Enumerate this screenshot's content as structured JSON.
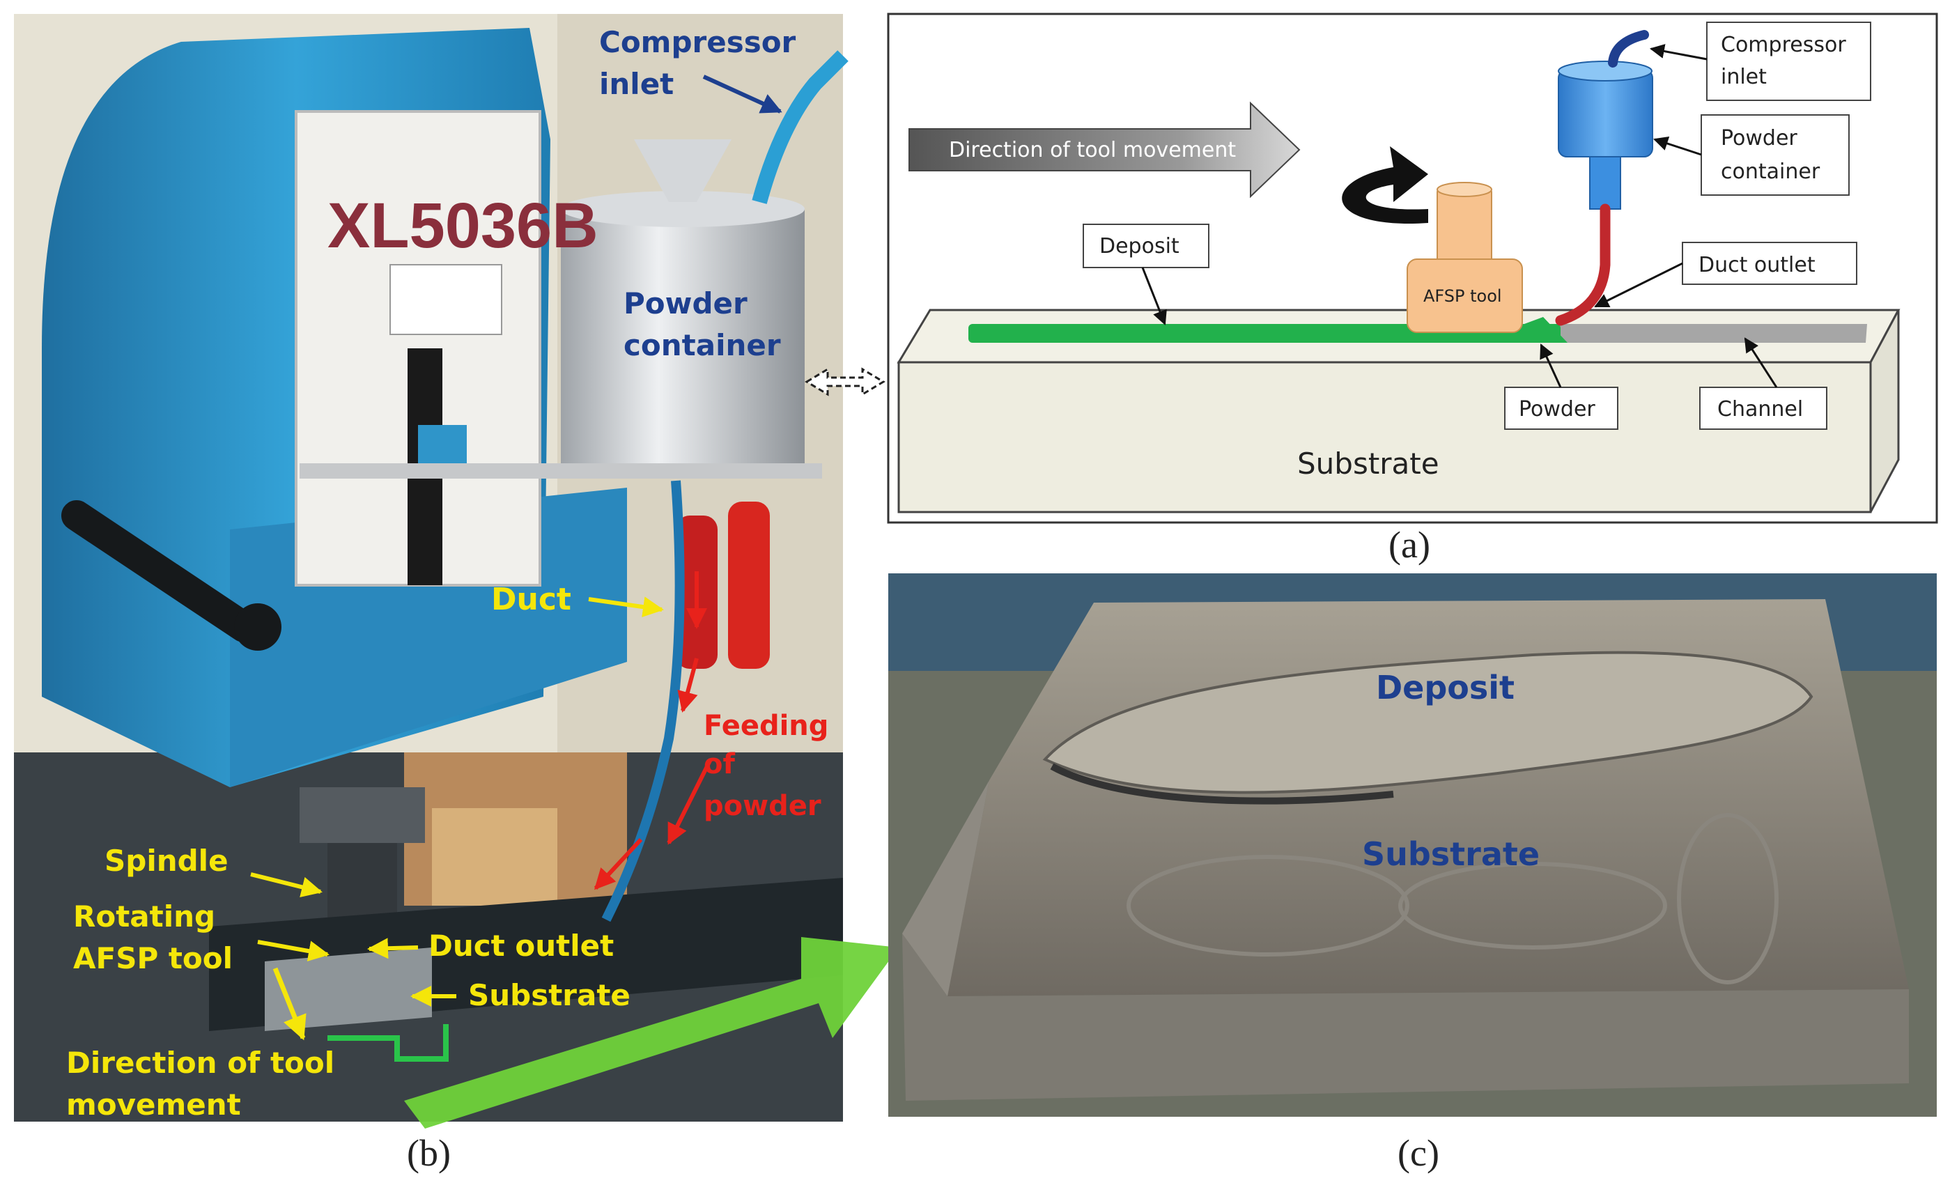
{
  "panel_a": {
    "caption": "(a)",
    "direction_arrow_text": "Direction of tool movement",
    "tool_text": "AFSP tool",
    "substrate_text": "Substrate",
    "callouts": {
      "compressor_inlet": [
        "Compressor",
        "inlet"
      ],
      "powder_container": [
        "Powder",
        "container"
      ],
      "duct_outlet": "Duct outlet",
      "deposit": "Deposit",
      "powder": "Powder",
      "channel": "Channel"
    },
    "colors": {
      "deposit": "#22b14c",
      "tool": "#f7c28e",
      "container": "#3c8fe0",
      "duct": "#c0282d",
      "substrate": "#eeede0",
      "channel": "#a6a6a6"
    }
  },
  "panel_b": {
    "caption": "(b)",
    "machine_model": "XL5036B",
    "labels": {
      "compressor_inlet": [
        "Compressor",
        "inlet"
      ],
      "powder_container": [
        "Powder",
        "container"
      ],
      "duct": "Duct",
      "feeding_of_powder": [
        "Feeding",
        "of",
        "powder"
      ],
      "spindle": "Spindle",
      "rotating_tool": [
        "Rotating",
        "AFSP tool"
      ],
      "duct_outlet": "Duct outlet",
      "substrate": "Substrate",
      "direction": [
        "Direction of tool",
        "movement"
      ]
    },
    "colors": {
      "machine": "#2f95c9",
      "yellow_label": "#f5e60a",
      "red_label": "#e8221b",
      "blue_label": "#1d3f8f"
    }
  },
  "panel_c": {
    "caption": "(c)",
    "labels": {
      "deposit": "Deposit",
      "substrate": "Substrate"
    },
    "colors": {
      "label": "#1d3f8f"
    }
  },
  "connector_colors": {
    "green_arrow": "#6fd23a"
  }
}
